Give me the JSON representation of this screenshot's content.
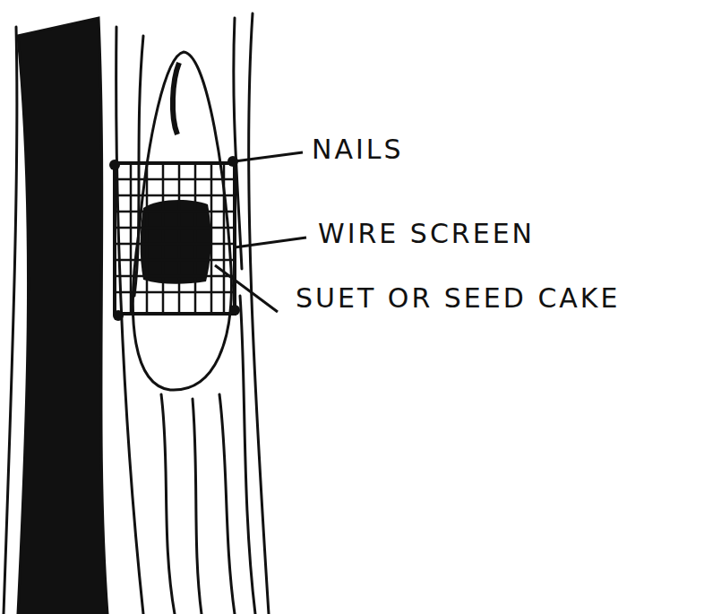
{
  "diagram": {
    "labels": [
      "NAILS",
      "WIRE SCREEN",
      "SUET OR SEED CAKE"
    ]
  }
}
